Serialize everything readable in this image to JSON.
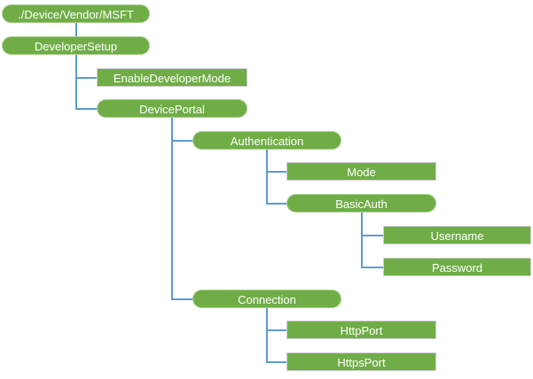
{
  "diagram": {
    "type": "hierarchy-tree",
    "description": "Configuration service provider node tree"
  },
  "colors": {
    "background": "#FFFFFF",
    "node_fill": "#70AD47",
    "rounded_node_border": "#A9D18E",
    "rect_node_border": "#D0CECE",
    "connector_line": "#5B9BD5",
    "node_text": "#FFFFFF"
  },
  "nodes": [
    {
      "id": "root",
      "label": "./Device/Vendor/MSFT",
      "shape": "rounded",
      "parent": null
    },
    {
      "id": "developer-setup",
      "label": "DeveloperSetup",
      "shape": "rounded",
      "parent": "root"
    },
    {
      "id": "enable-developer-mode",
      "label": "EnableDeveloperMode",
      "shape": "rect",
      "parent": "developer-setup"
    },
    {
      "id": "device-portal",
      "label": "DevicePortal",
      "shape": "rounded",
      "parent": "developer-setup"
    },
    {
      "id": "authentication",
      "label": "Authentication",
      "shape": "rounded",
      "parent": "device-portal"
    },
    {
      "id": "mode",
      "label": "Mode",
      "shape": "rect",
      "parent": "authentication"
    },
    {
      "id": "basic-auth",
      "label": "BasicAuth",
      "shape": "rounded",
      "parent": "authentication"
    },
    {
      "id": "username",
      "label": "Username",
      "shape": "rect",
      "parent": "basic-auth"
    },
    {
      "id": "password",
      "label": "Password",
      "shape": "rect",
      "parent": "basic-auth"
    },
    {
      "id": "connection",
      "label": "Connection",
      "shape": "rounded",
      "parent": "device-portal"
    },
    {
      "id": "http-port",
      "label": "HttpPort",
      "shape": "rect",
      "parent": "connection"
    },
    {
      "id": "https-port",
      "label": "HttpsPort",
      "shape": "rect",
      "parent": "connection"
    }
  ]
}
